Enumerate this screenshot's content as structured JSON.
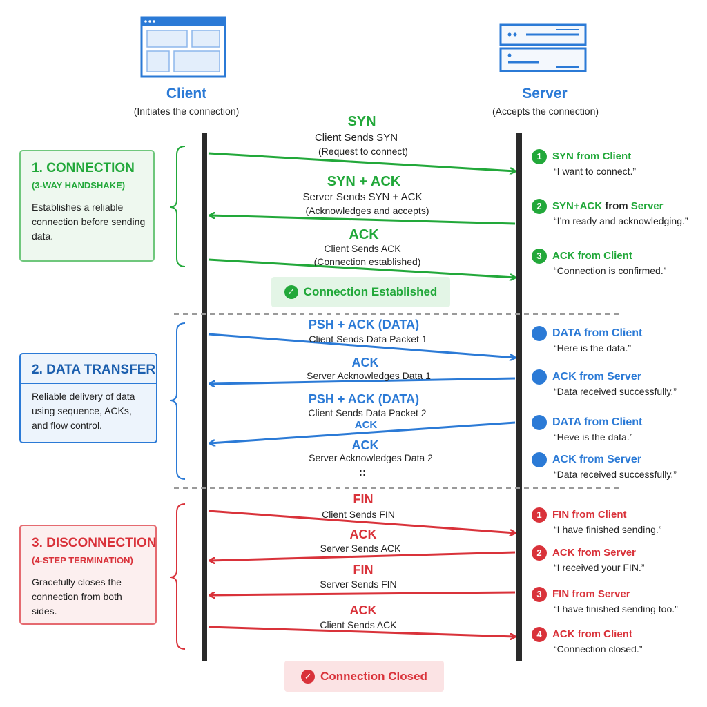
{
  "actors": {
    "client": {
      "name": "Client",
      "subtitle": "(Initiates the connection)"
    },
    "server": {
      "name": "Server",
      "subtitle": "(Accepts the connection)"
    }
  },
  "colors": {
    "green": "#22a83a",
    "blue": "#2b7ad6",
    "red": "#d9323a",
    "line": "#2a2a2a"
  },
  "phases": [
    {
      "title": "1. CONNECTION",
      "subtitle": "(3-WAY HANDSHAKE)",
      "description": "Establishes a reliable connection before sending data."
    },
    {
      "title": "2. DATA TRANSFER",
      "subtitle": "",
      "description": "Reliable delivery of data using sequence, ACKs, and flow control."
    },
    {
      "title": "3. DISCONNECTION",
      "subtitle": "(4-STEP TERMINATION)",
      "description": "Gracefully closes the connection from both sides."
    }
  ],
  "messages": {
    "syn": {
      "title": "SYN",
      "line1": "Client Sends SYN",
      "line2": "(Request to connect)"
    },
    "synack": {
      "title": "SYN + ACK",
      "line1": "Server Sends SYN + ACK",
      "line2": "(Acknowledges and accepts)"
    },
    "ack": {
      "title": "ACK",
      "line1": "Client Sends ACK",
      "line2": "(Connection established)"
    },
    "data1": {
      "title": "PSH + ACK (DATA)",
      "line1": "Client Sends Data Packet 1"
    },
    "ack1": {
      "title": "ACK",
      "line1": "Server Acknowledges Data 1"
    },
    "data2": {
      "title": "PSH + ACK (DATA)",
      "line1": "Client Sends Data Packet 2",
      "line2": "ACK"
    },
    "ack2": {
      "title": "ACK",
      "line1": "Server Acknowledges Data 2",
      "ellipsis": "::"
    },
    "fin1": {
      "title": "FIN",
      "line1": "Client Sends FIN"
    },
    "ackfin1": {
      "title": "ACK",
      "line1": "Server Sends ACK"
    },
    "fin2": {
      "title": "FIN",
      "line1": "Server Sends FIN"
    },
    "ackfin2": {
      "title": "ACK",
      "line1": "Client Sends ACK"
    }
  },
  "status": {
    "established": "Connection Established",
    "closed": "Connection Closed"
  },
  "annotations": [
    {
      "marker": "1",
      "head_a": "SYN",
      "head_b": " from ",
      "head_c": "Client",
      "quote": "“I want to connect.”"
    },
    {
      "marker": "2",
      "head_a": "SYN+ACK",
      "head_b": " from ",
      "head_c": "Server",
      "quote": "“I’m ready and acknowledging.”"
    },
    {
      "marker": "3",
      "head_a": "ACK",
      "head_b": " from ",
      "head_c": "Client",
      "quote": "“Connection is confirmed.”"
    },
    {
      "marker": "",
      "head_a": "DATA",
      "head_b": " from ",
      "head_c": "Client",
      "quote": "“Here is the data.”"
    },
    {
      "marker": "",
      "head_a": "ACK",
      "head_b": " from ",
      "head_c": "Server",
      "quote": "“Data received successfully.”"
    },
    {
      "marker": "",
      "head_a": "DATA",
      "head_b": " from ",
      "head_c": "Client",
      "quote": "“Heve is the data.”"
    },
    {
      "marker": "",
      "head_a": "ACK",
      "head_b": " from ",
      "head_c": "Server",
      "quote": "“Data received successfully.”"
    },
    {
      "marker": "1",
      "head_a": "FIN",
      "head_b": " from ",
      "head_c": "Client",
      "quote": "“I have finished sending.”"
    },
    {
      "marker": "2",
      "head_a": "ACK",
      "head_b": " from ",
      "head_c": "Server",
      "quote": "“I received your FIN.”"
    },
    {
      "marker": "3",
      "head_a": "FIN",
      "head_b": " from ",
      "head_c": "Server",
      "quote": "“I have finished sending too.”"
    },
    {
      "marker": "4",
      "head_a": "ACK",
      "head_b": " from ",
      "head_c": "Client",
      "quote": "“Connection closed.”"
    }
  ]
}
